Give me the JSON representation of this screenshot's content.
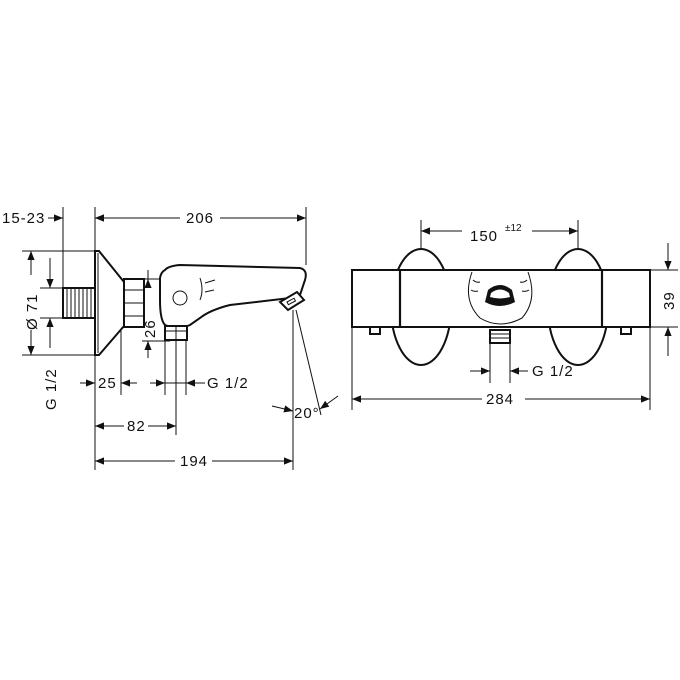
{
  "side_view": {
    "dims": {
      "wall_depth": "15-23",
      "total_length": "206",
      "diameter": "Ø 71",
      "thread_left": "G 1/2",
      "offset_25": "25",
      "height_26": "26",
      "thread_bottom": "G 1/2",
      "dist_82": "82",
      "dist_194": "194",
      "angle": "20°"
    }
  },
  "front_view": {
    "dims": {
      "center_distance": "150",
      "tolerance": "±12",
      "height": "39",
      "thread": "G 1/2",
      "width": "284"
    }
  }
}
